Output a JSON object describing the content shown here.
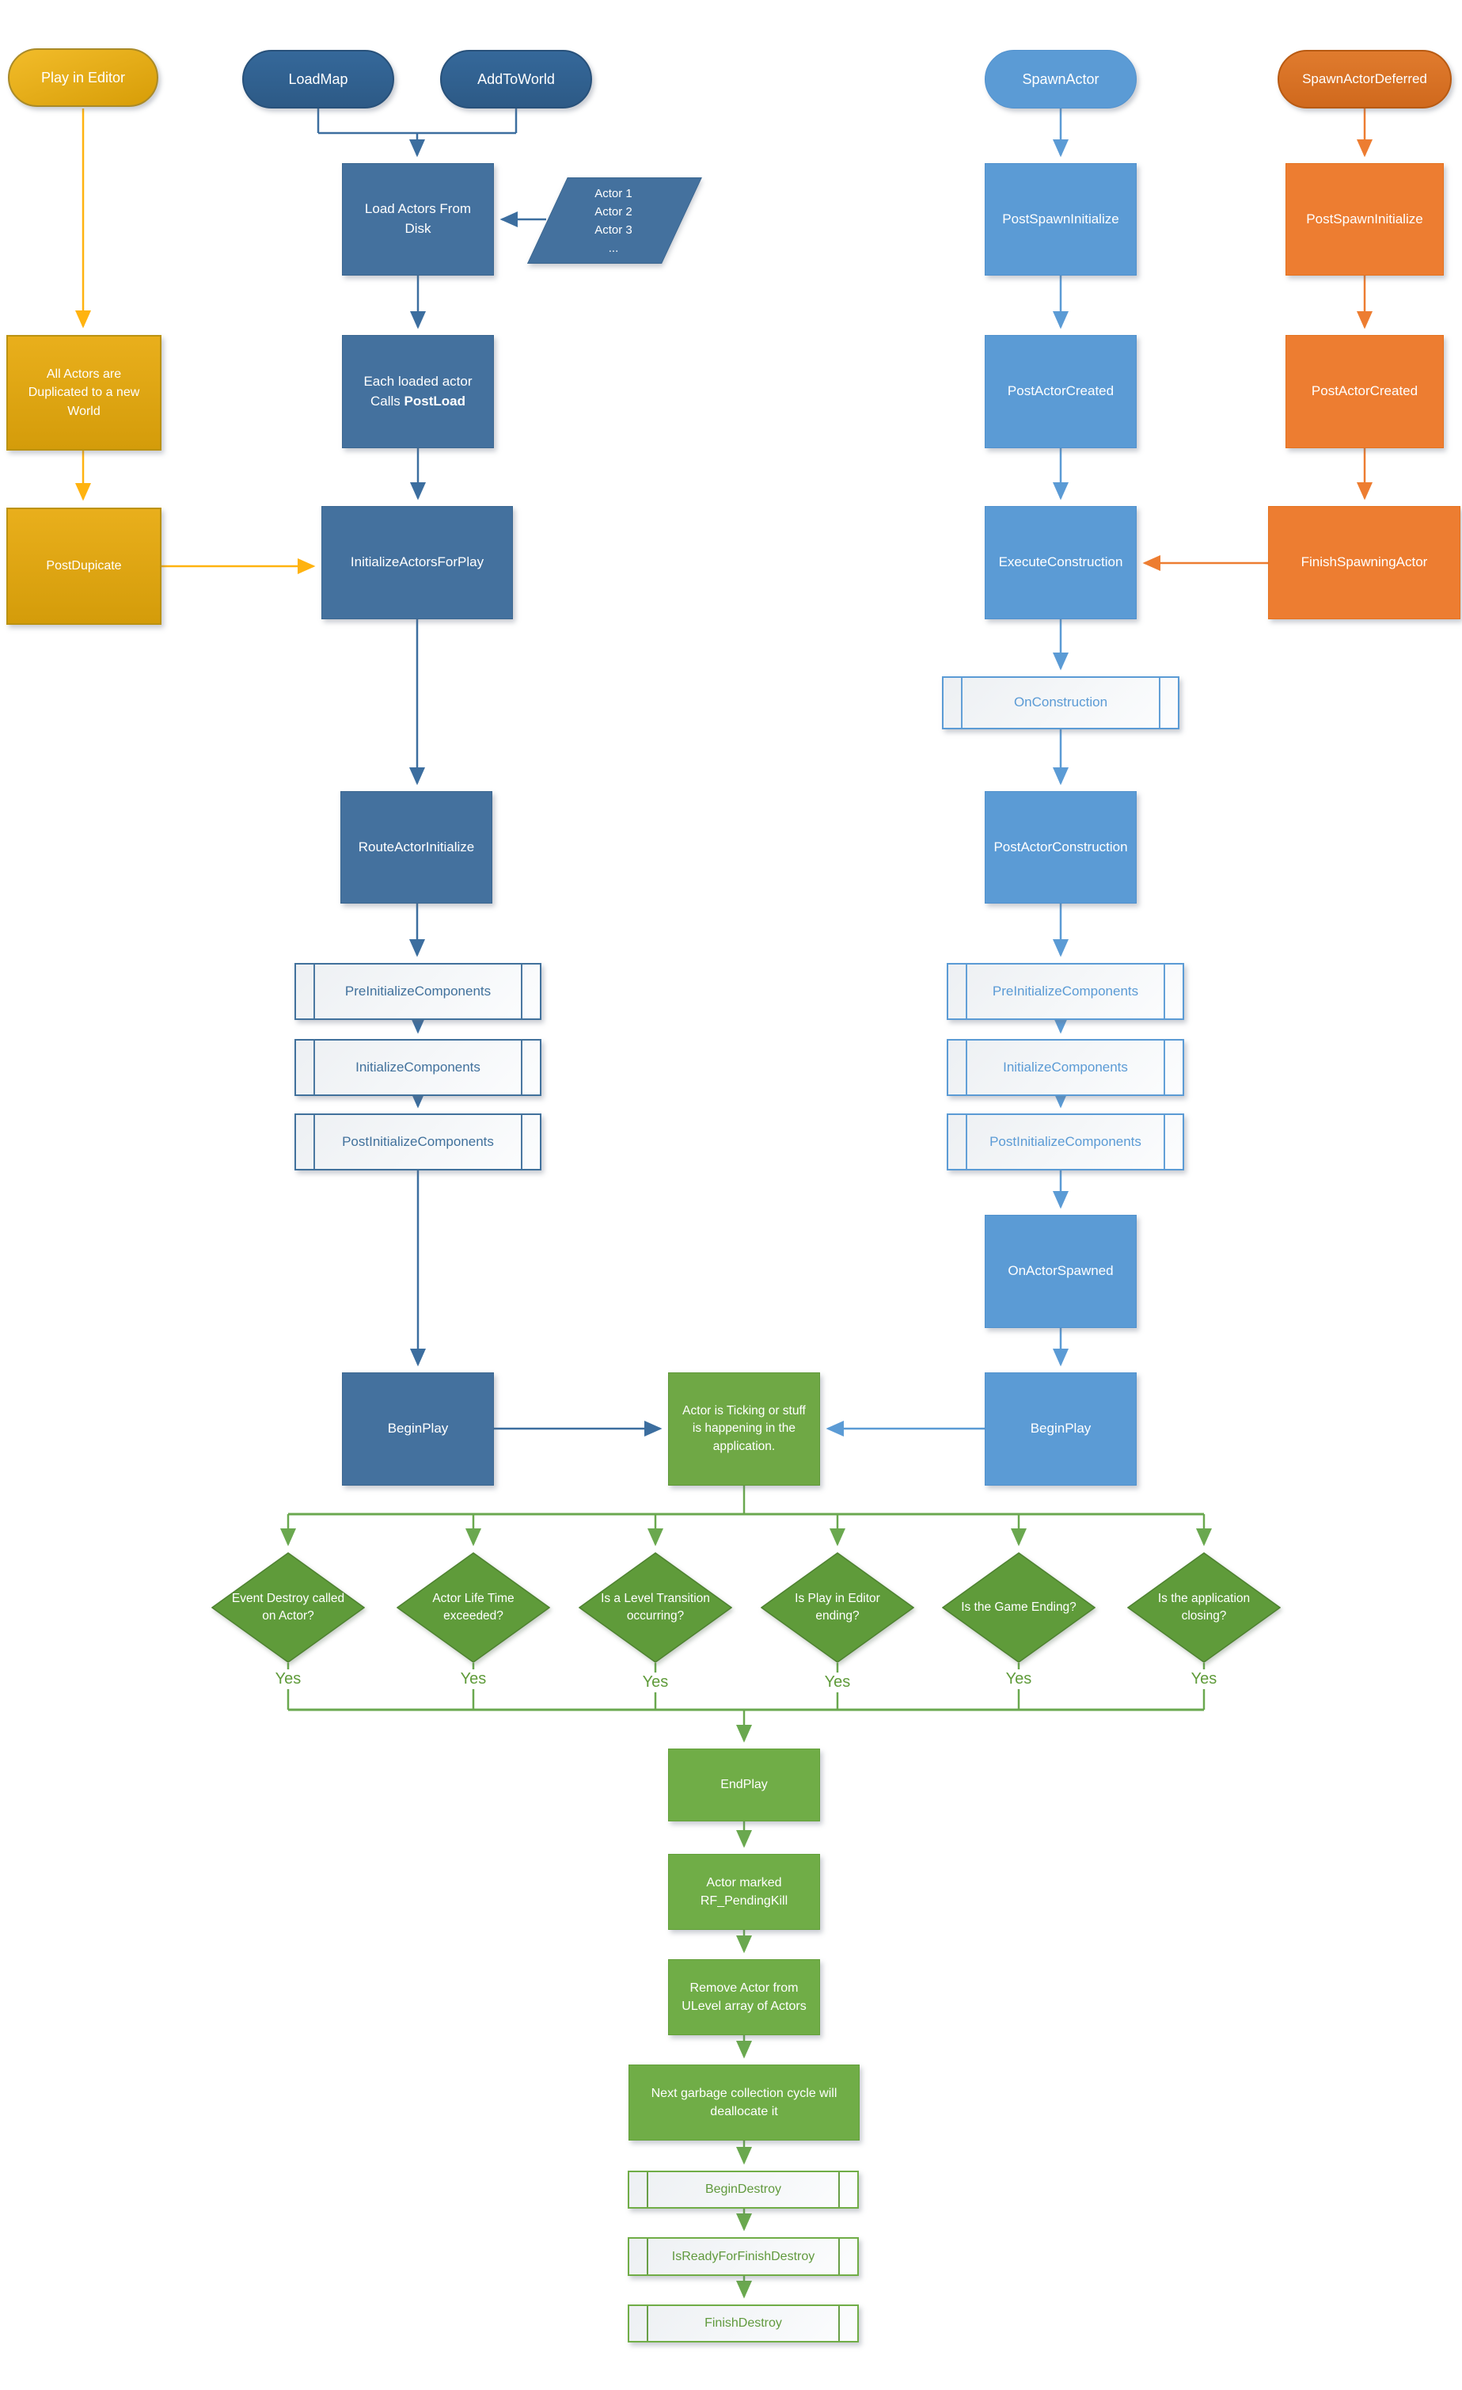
{
  "nodes": {
    "play_in_editor": "Play in Editor",
    "load_map": "LoadMap",
    "add_to_world": "AddToWorld",
    "load_actors_from_disk": "Load Actors From Disk",
    "actor_list": [
      "Actor 1",
      "Actor 2",
      "Actor 3",
      "..."
    ],
    "all_actors_duplicated": "All Actors are Duplicated to a new World",
    "post_dupicate": "PostDupicate",
    "each_loaded_actor_line1": "Each loaded actor",
    "each_loaded_actor_line2_prefix": "Calls",
    "each_loaded_actor_line2_bold": "PostLoad",
    "initialize_actors_for_play": "InitializeActorsForPlay",
    "route_actor_initialize": "RouteActorInitialize",
    "pre_initialize_components": "PreInitializeComponents",
    "initialize_components": "InitializeComponents",
    "post_initialize_components": "PostInitializeComponents",
    "spawn_actor": "SpawnActor",
    "spawn_actor_deferred": "SpawnActorDeferred",
    "post_spawn_initialize": "PostSpawnInitialize",
    "post_actor_created": "PostActorCreated",
    "execute_construction": "ExecuteConstruction",
    "finish_spawning_actor": "FinishSpawningActor",
    "on_construction": "OnConstruction",
    "post_actor_construction": "PostActorConstruction",
    "on_actor_spawned": "OnActorSpawned",
    "begin_play": "BeginPlay",
    "actor_ticking": "Actor is Ticking or stuff is happening in the application.",
    "decisions": [
      "Event Destroy called on Actor?",
      "Actor Life Time exceeded?",
      "Is a Level Transition occurring?",
      "Is Play in Editor ending?",
      "Is the Game Ending?",
      "Is the application closing?"
    ],
    "yes_label": "Yes",
    "end_play": "EndPlay",
    "actor_marked": "Actor marked RF_PendingKill",
    "remove_actor": "Remove Actor from ULevel array of Actors",
    "next_garbage": "Next garbage collection cycle will deallocate it",
    "begin_destroy": "BeginDestroy",
    "is_ready_for_finish_destroy": "IsReadyForFinishDestroy",
    "finish_destroy": "FinishDestroy"
  },
  "colors": {
    "gold": "#dfa612",
    "gold_arrow": "#ffb310",
    "blue_dark": "#44719e",
    "blue_light": "#5b9bd5",
    "orange": "#ed7d31",
    "green": "#70ad47",
    "diamond_green": "#5f9b3a"
  }
}
